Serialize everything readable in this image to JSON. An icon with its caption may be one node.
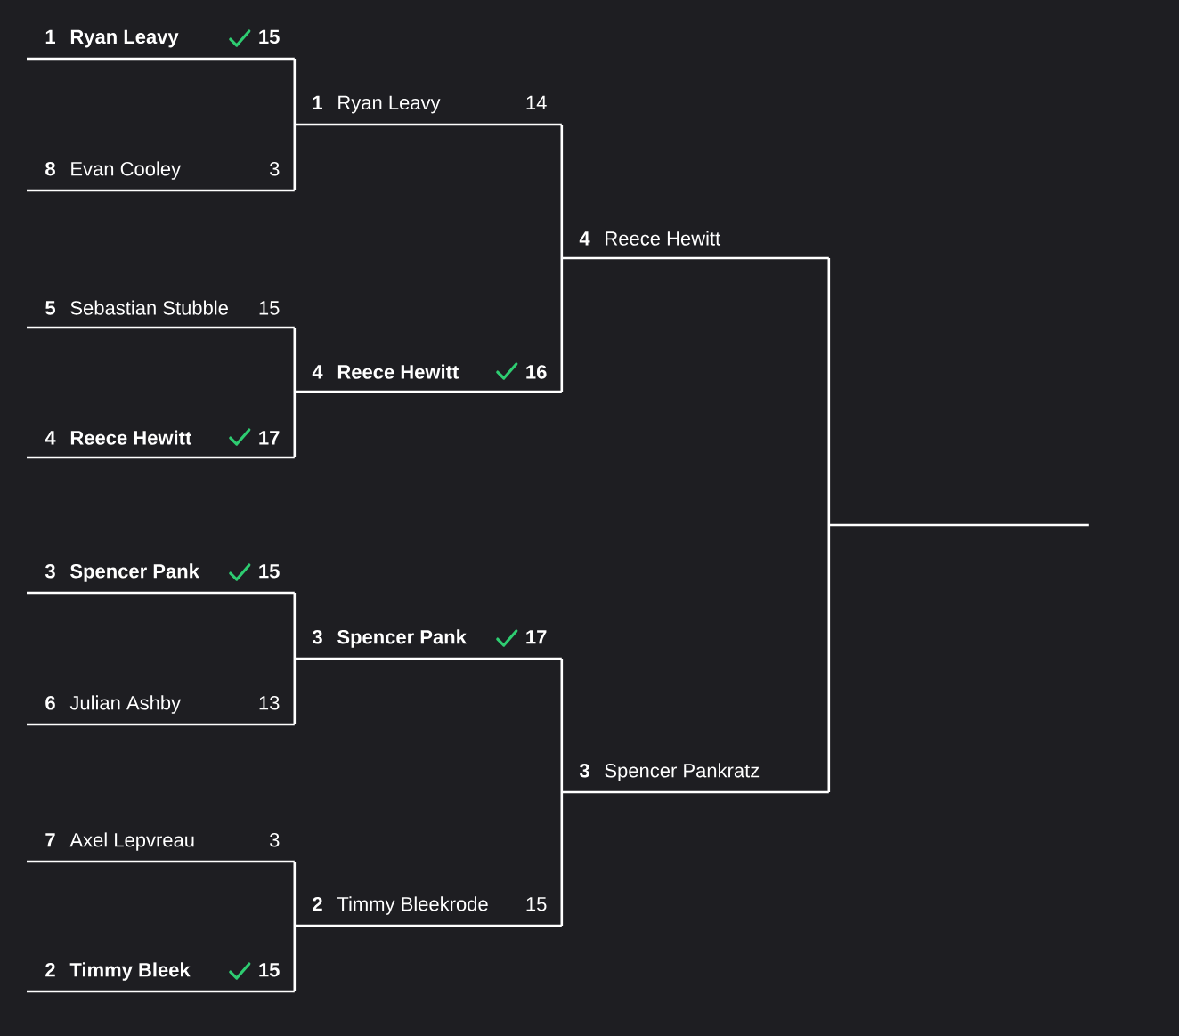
{
  "diagram": {
    "nodes": [
      {
        "text": [
          "1",
          "Ryan Leavy",
          "15"
        ]
      },
      {
        "text": [
          "8",
          "Evan Cooley",
          "3"
        ]
      },
      {
        "text": [
          "5",
          "Sebastian Stubble",
          "15"
        ]
      },
      {
        "text": [
          "4",
          "Reece Hewitt",
          "17"
        ]
      },
      {
        "text": [
          "3",
          "Spencer Pank",
          "15"
        ]
      },
      {
        "text": [
          "6",
          "Julian Ashby",
          "13"
        ]
      },
      {
        "text": [
          "7",
          "Axel Lepvreau",
          "3"
        ]
      },
      {
        "text": [
          "2",
          "Timmy Bleek",
          "15"
        ]
      },
      {
        "text": [
          "1",
          "Ryan Leavy",
          "14"
        ]
      },
      {
        "text": [
          "4",
          "Reece Hewitt",
          "16"
        ]
      },
      {
        "text": [
          "3",
          "Spencer Pank",
          "17"
        ]
      },
      {
        "text": [
          "2",
          "Timmy Bleekrode",
          "15"
        ]
      },
      {
        "text": [
          "4",
          "Reece Hewitt"
        ]
      },
      {
        "text": [
          "3",
          "Spencer Pankratz"
        ]
      },
      {
        "text": [],
        "shape": "line"
      }
    ],
    "edges": [
      {
        "from": 0,
        "to": 8,
        "arrow": "none"
      },
      {
        "from": 1,
        "to": 8,
        "arrow": "none"
      },
      {
        "from": 2,
        "to": 9,
        "arrow": "none"
      },
      {
        "from": 3,
        "to": 9,
        "arrow": "none"
      },
      {
        "from": 4,
        "to": 10,
        "arrow": "none"
      },
      {
        "from": 5,
        "to": 10,
        "arrow": "none"
      },
      {
        "from": 6,
        "to": 11,
        "arrow": "none"
      },
      {
        "from": 7,
        "to": 11,
        "arrow": "none"
      },
      {
        "from": 8,
        "to": 12,
        "arrow": "none"
      },
      {
        "from": 9,
        "to": 12,
        "arrow": "none"
      },
      {
        "from": 10,
        "to": 13,
        "arrow": "none"
      },
      {
        "from": 11,
        "to": 13,
        "arrow": "none"
      },
      {
        "from": 12,
        "to": 14,
        "arrow": "none"
      },
      {
        "from": 13,
        "to": 14,
        "arrow": "none"
      }
    ]
  }
}
